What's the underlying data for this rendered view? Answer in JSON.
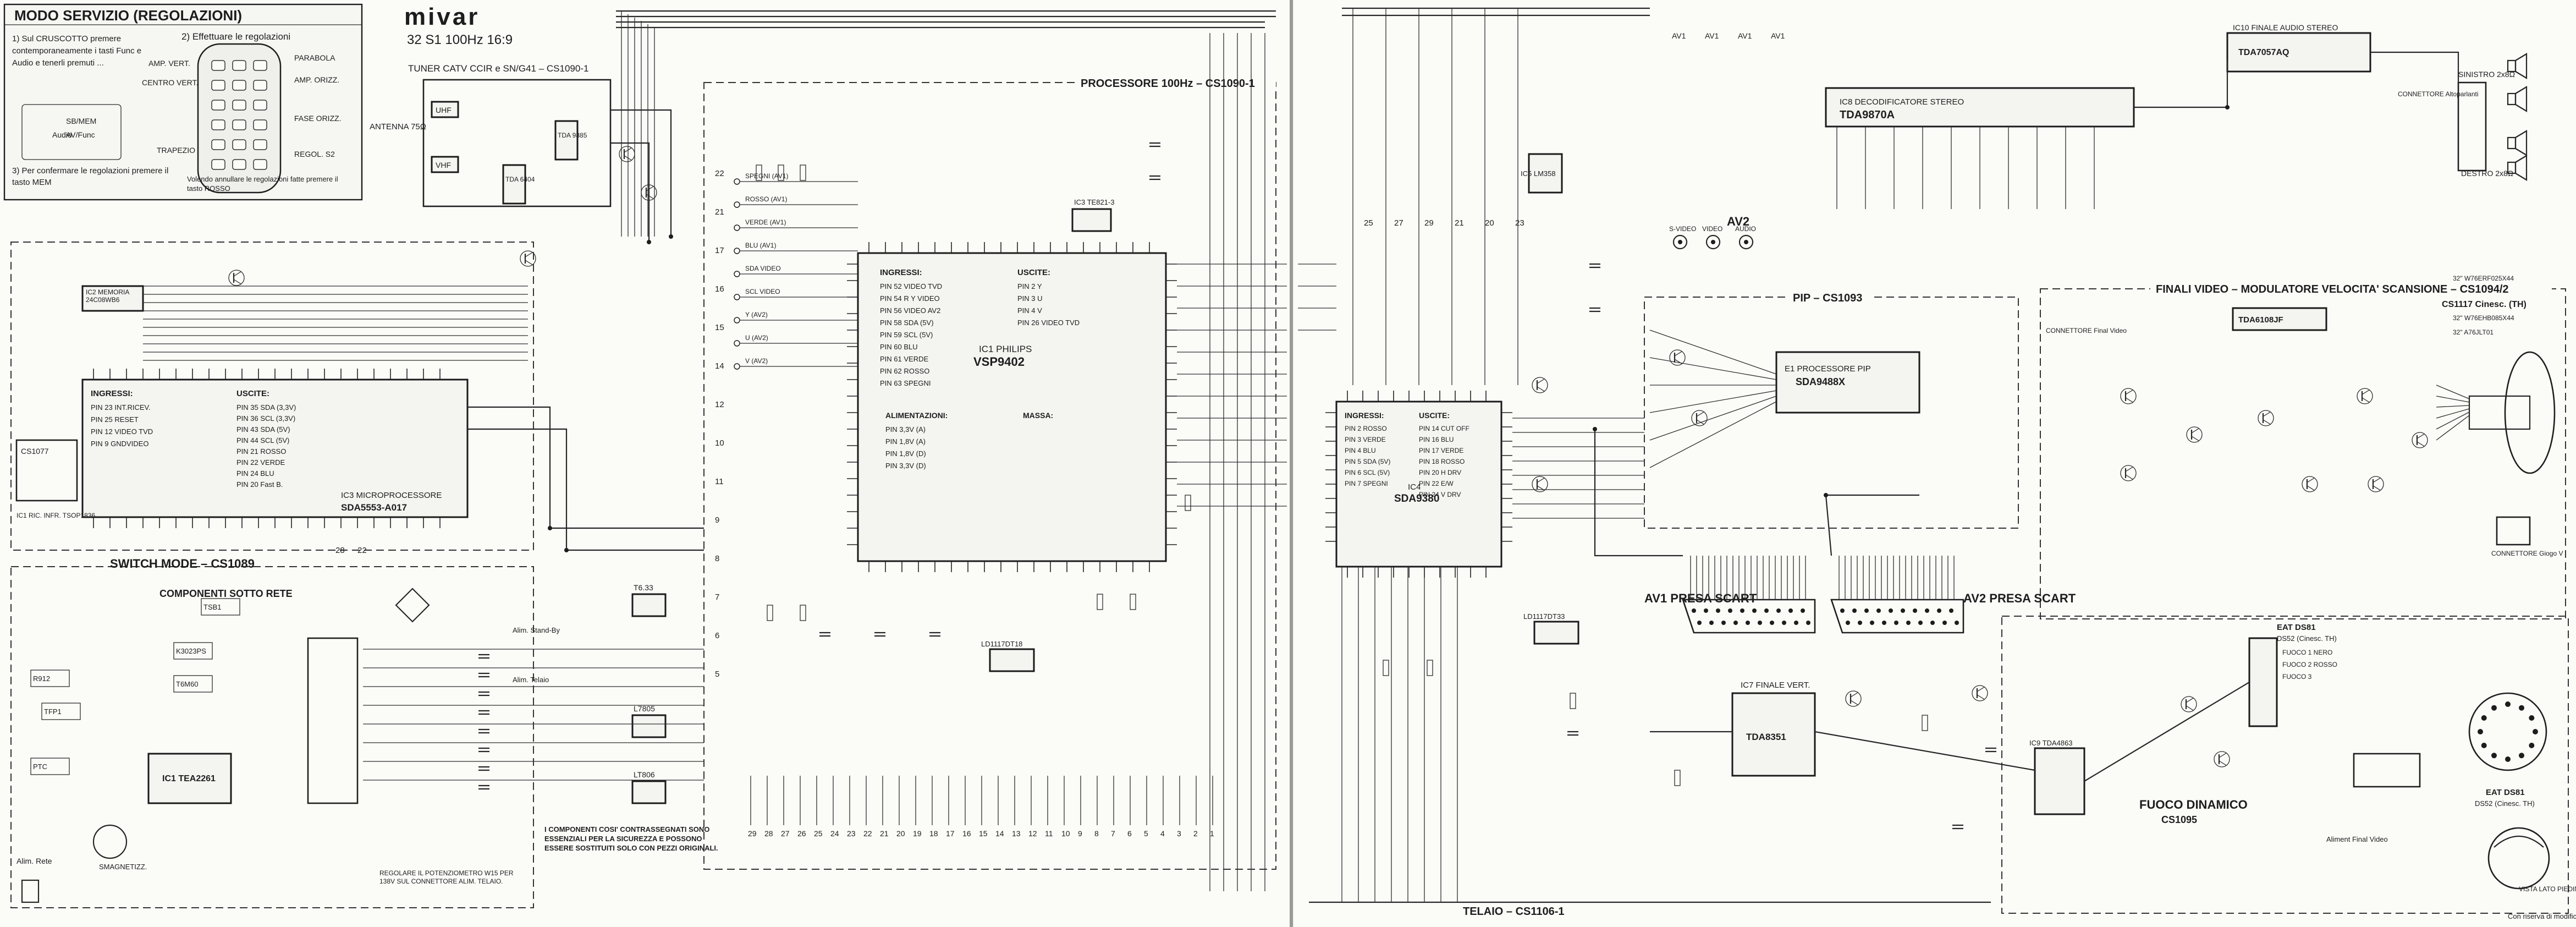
{
  "left_sheet": {
    "service_box": {
      "title": "MODO SERVIZIO (REGOLAZIONI)",
      "step1": "1) Sul CRUSCOTTO premere contemporaneamente i tasti Func e Audio e tenerli premuti ...",
      "step2": "2) Effettuare le regolazioni",
      "step3": "3) Per confermare le regolazioni premere il tasto MEM",
      "remote_labels": [
        "AMP. VERT.",
        "CENTRO VERT.",
        "PARABOLA",
        "AMP. ORIZZ.",
        "FASE ORIZZ.",
        "TRAPEZIO",
        "REGOL. S2"
      ],
      "note": "Volendo annullare le regolazioni fatte premere il tasto ROSSO",
      "keys": [
        "SB/MEM",
        "Audio",
        "AV/Func"
      ]
    },
    "model": {
      "brand": "mivar",
      "model_line": "32 S1   100Hz  16:9"
    },
    "tuner": {
      "title": "TUNER CATV CCIR e SN/G41 – CS1090-1",
      "antenna": "ANTENNA 75Ω",
      "bands": [
        "UHF",
        "VHF"
      ],
      "chips": [
        "TDA 6404",
        "TDA 9885"
      ]
    },
    "micro": {
      "memory_ic": "IC2 MEMORIA 24C08WB6",
      "ic_title": "IC3 MICROPROCESSORE",
      "ic_name": "SDA5553-A017",
      "inputs_title": "INGRESSI:",
      "inputs": [
        "PIN 23  INT.RICEV.",
        "PIN 25  RESET",
        "PIN 12  VIDEO TVD",
        "PIN  9  GNDVIDEO"
      ],
      "outputs_title": "USCITE:",
      "outputs": [
        "PIN 35  SDA (3,3V)",
        "PIN 36  SCL (3,3V)",
        "PIN 43  SDA (5V)",
        "PIN 44  SCL (5V)",
        "PIN 21  ROSSO",
        "PIN 22  VERDE",
        "PIN 24  BLU",
        "PIN 20  Fast B."
      ],
      "panel": "CS1077",
      "ir_receiver": "IC1 RIC. INFR. TSOP1836",
      "pins_bottom": [
        "28",
        "22"
      ]
    },
    "power": {
      "title": "SWITCH MODE – CS1089",
      "subtitle": "COMPONENTI SOTTO RETE",
      "chip": "IC1 TEA2261",
      "parts": [
        "TSB1",
        "K3023PS",
        "T6M60",
        "TFP1",
        "PTC",
        "R912"
      ],
      "mains": "Alim. Rete",
      "standby": "Alim. Stand-By",
      "telaio": "Alim. Telaio",
      "regulators": [
        "T6.33",
        "L7805",
        "LT806"
      ],
      "note_left": "REGOLARE IL POTENZIOMETRO W15 PER 138V SUL CONNETTORE ALIM. TELAIO.",
      "note_center": "I COMPONENTI COSI' CONTRASSEGNATI SONO ESSENZIALI PER LA SICUREZZA E POSSONO ESSERE SOSTITUITI SOLO CON PEZZI ORIGINALI.",
      "smagnetizzatore": "SMAGNETIZZ."
    },
    "processor": {
      "title": "PROCESSORE 100Hz – CS1090-1",
      "ic_label": "IC1 PHILIPS",
      "ic_name": "VSP9402",
      "ic3": "IC3 TE821-3",
      "regulator": "LD1117DT18",
      "inputs": [
        "PIN 52  VIDEO TVD",
        "PIN 54  R Y VIDEO",
        "PIN 56  VIDEO AV2",
        "PIN 58  SDA (5V)",
        "PIN 59  SCL (5V)",
        "PIN 60  BLU",
        "PIN 61  VERDE",
        "PIN 62  ROSSO",
        "PIN 63  SPEGNI"
      ],
      "outputs": [
        "PIN 2  Y",
        "PIN 3  U",
        "PIN 4  V",
        "PIN 26  VIDEO TVD"
      ],
      "supply": [
        "PIN  3,3V (A)",
        "PIN  1,8V (A)",
        "PIN  1,8V (D)",
        "PIN  3,3V (D)"
      ],
      "input_labels": [
        "SPEGNI (AV1)",
        "ROSSO (AV1)",
        "VERDE (AV1)",
        "BLU (AV1)",
        "SDA VIDEO",
        "SCL VIDEO",
        "Y (AV2)",
        "U (AV2)",
        "V (AV2)"
      ],
      "connector_pins": [
        "29",
        "28",
        "27",
        "26",
        "25",
        "24",
        "23",
        "22",
        "21",
        "20",
        "19",
        "18",
        "17",
        "16",
        "15",
        "14",
        "13",
        "12",
        "11",
        "10",
        "9",
        "8",
        "7",
        "6",
        "5",
        "4",
        "3",
        "2",
        "1"
      ],
      "side_numbers": [
        "22",
        "21",
        "17",
        "16",
        "15",
        "14",
        "12",
        "10",
        "11",
        "9",
        "8",
        "7",
        "6",
        "5"
      ]
    }
  },
  "right_sheet": {
    "deflection": {
      "ic": "IC4",
      "ic_name": "SDA9380",
      "lm358": "IC5 LM358",
      "regulator": "LD1117DT33",
      "inputs": [
        "PIN 2  ROSSO",
        "PIN 3  VERDE",
        "PIN 4  BLU",
        "PIN 5  SDA (5V)",
        "PIN 6  SCL (5V)",
        "PIN 7  SPEGNI"
      ],
      "outputs": [
        "PIN 14  CUT OFF",
        "PIN 16  BLU",
        "PIN 17  VERDE",
        "PIN 18  ROSSO",
        "PIN 20  H DRV",
        "PIN 22  E/W",
        "PIN 24  V DRV"
      ],
      "telaio": "TELAIO – CS1106-1",
      "pins_top": [
        "25",
        "27",
        "29",
        "21",
        "20",
        "23"
      ]
    },
    "audio": {
      "final_title": "IC10 FINALE AUDIO STEREO",
      "final_name": "TDA7057AQ",
      "decoder_title": "IC8 DECODIFICATORE STEREO",
      "decoder_name": "TDA9870A",
      "speakers": [
        "SINISTRO 2x8Ω",
        "DESTRO 2x8Ω"
      ],
      "connector": "CONNETTORE Altoparlanti",
      "av1_labels": [
        "AV1",
        "AV1",
        "AV1",
        "AV1"
      ],
      "av2_label": "AV2",
      "av2_jacks": [
        "S-VIDEO",
        "VIDEO",
        "AUDIO"
      ]
    },
    "pip": {
      "title": "PIP – CS1093",
      "ic": "E1 PROCESSORE PIP",
      "ic_name": "SDA9488X"
    },
    "video": {
      "title": "FINALI VIDEO – MODULATORE VELOCITA' SCANSIONE – CS1094/2",
      "subtitle": "CS1117 Cinesc. (TH)",
      "ic": "TDA6108JF",
      "connector": "CONNETTORE Final Video",
      "crt_labels": [
        "32\" W76ERF025X44",
        "32\" W76EHB085X44",
        "32\" A76JLT01"
      ],
      "yoke": "CONNETTORE Giogo V"
    },
    "scart": {
      "av1": "AV1 PRESA SCART",
      "av2": "AV2 PRESA SCART"
    },
    "vertical": {
      "title": "IC7 FINALE VERT.",
      "ic_name": "TDA8351",
      "ic9": "IC9 TDA4863"
    },
    "eat": {
      "title": "EAT DS81",
      "subtitle": "DS52 (Cinesc. TH)",
      "labels": [
        "FUOCO 1 NERO",
        "FUOCO 2 ROSSO",
        "FUOCO 3"
      ],
      "fuoco": "FUOCO DINAMICO",
      "fuoco_board": "CS1095",
      "alim_final": "Aliment Final Video",
      "eat_bottom_title": "EAT DS81",
      "eat_bottom_sub": "DS52 (Cinesc. TH)",
      "view": "VISTA LATO PIEDINI"
    },
    "footer": {
      "stamp": "Con riserva di modifiche"
    }
  }
}
